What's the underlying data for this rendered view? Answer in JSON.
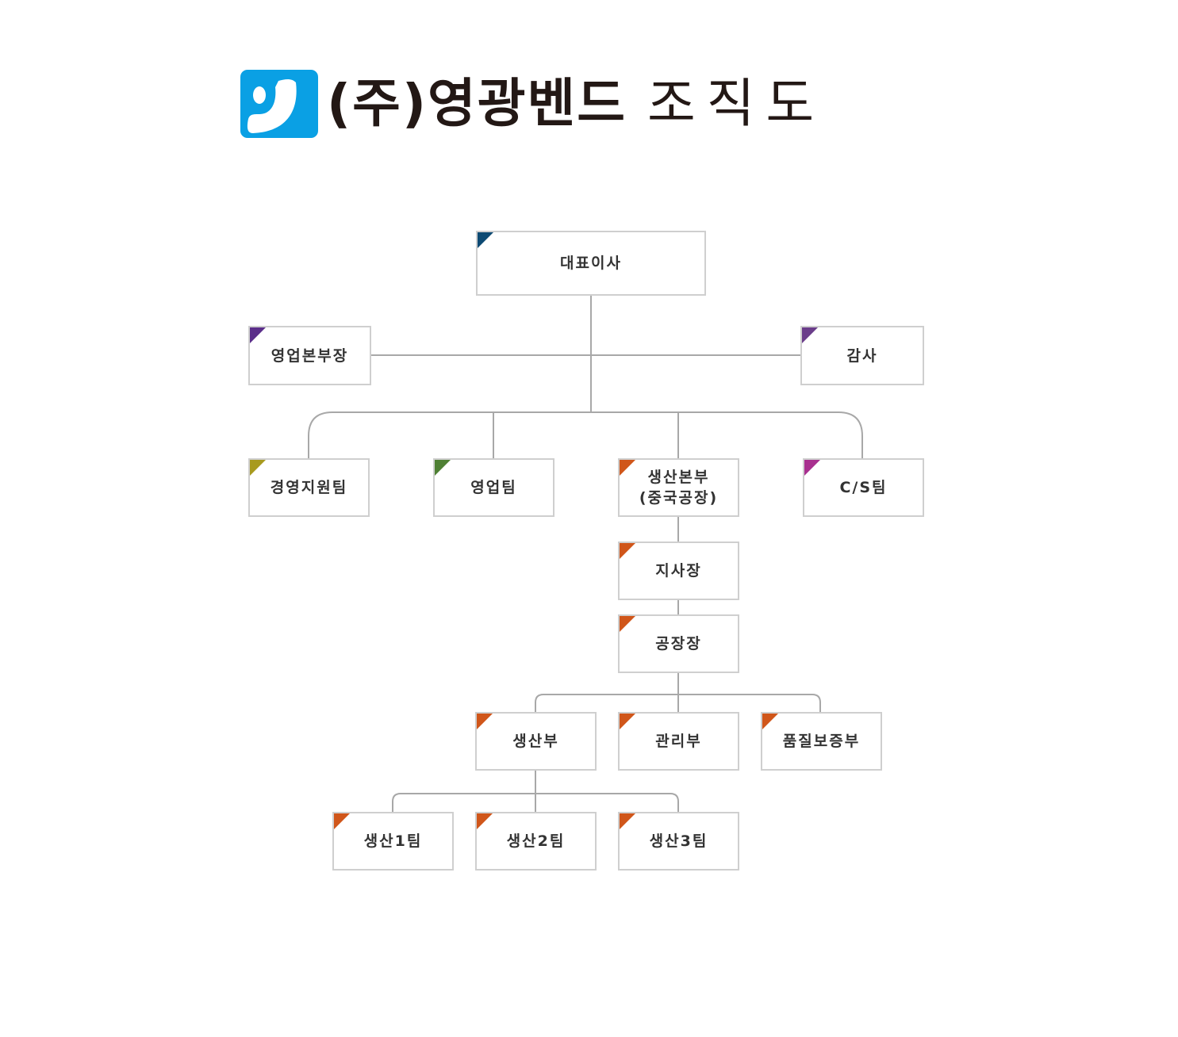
{
  "header": {
    "company": "(주)영광벤드",
    "subtitle": "조직도",
    "logo_color": "#0aa0e4"
  },
  "nodes": {
    "ceo": {
      "label": "대표이사",
      "color": "#0d4a73"
    },
    "sales_head": {
      "label": "영업본부장",
      "color": "#5b2e8a"
    },
    "auditor": {
      "label": "감사",
      "color": "#6a3d8a"
    },
    "mgmt_support": {
      "label": "경영지원팀",
      "color": "#a89a1e"
    },
    "sales_team": {
      "label": "영업팀",
      "color": "#4f8034"
    },
    "production_hq": {
      "label": "생산본부",
      "label2": "(중국공장)",
      "color": "#d0561a"
    },
    "cs_team": {
      "label": "C/S팀",
      "color": "#a8308f"
    },
    "branch_mgr": {
      "label": "지사장",
      "color": "#d0561a"
    },
    "factory_mgr": {
      "label": "공장장",
      "color": "#d0561a"
    },
    "production_dept": {
      "label": "생산부",
      "color": "#d0561a"
    },
    "admin_dept": {
      "label": "관리부",
      "color": "#d0561a"
    },
    "qa_dept": {
      "label": "품질보증부",
      "color": "#d0561a"
    },
    "prod_team1": {
      "label": "생산1팀",
      "color": "#d0561a"
    },
    "prod_team2": {
      "label": "생산2팀",
      "color": "#d0561a"
    },
    "prod_team3": {
      "label": "생산3팀",
      "color": "#d0561a"
    }
  },
  "line_color": "#a8a8a8"
}
